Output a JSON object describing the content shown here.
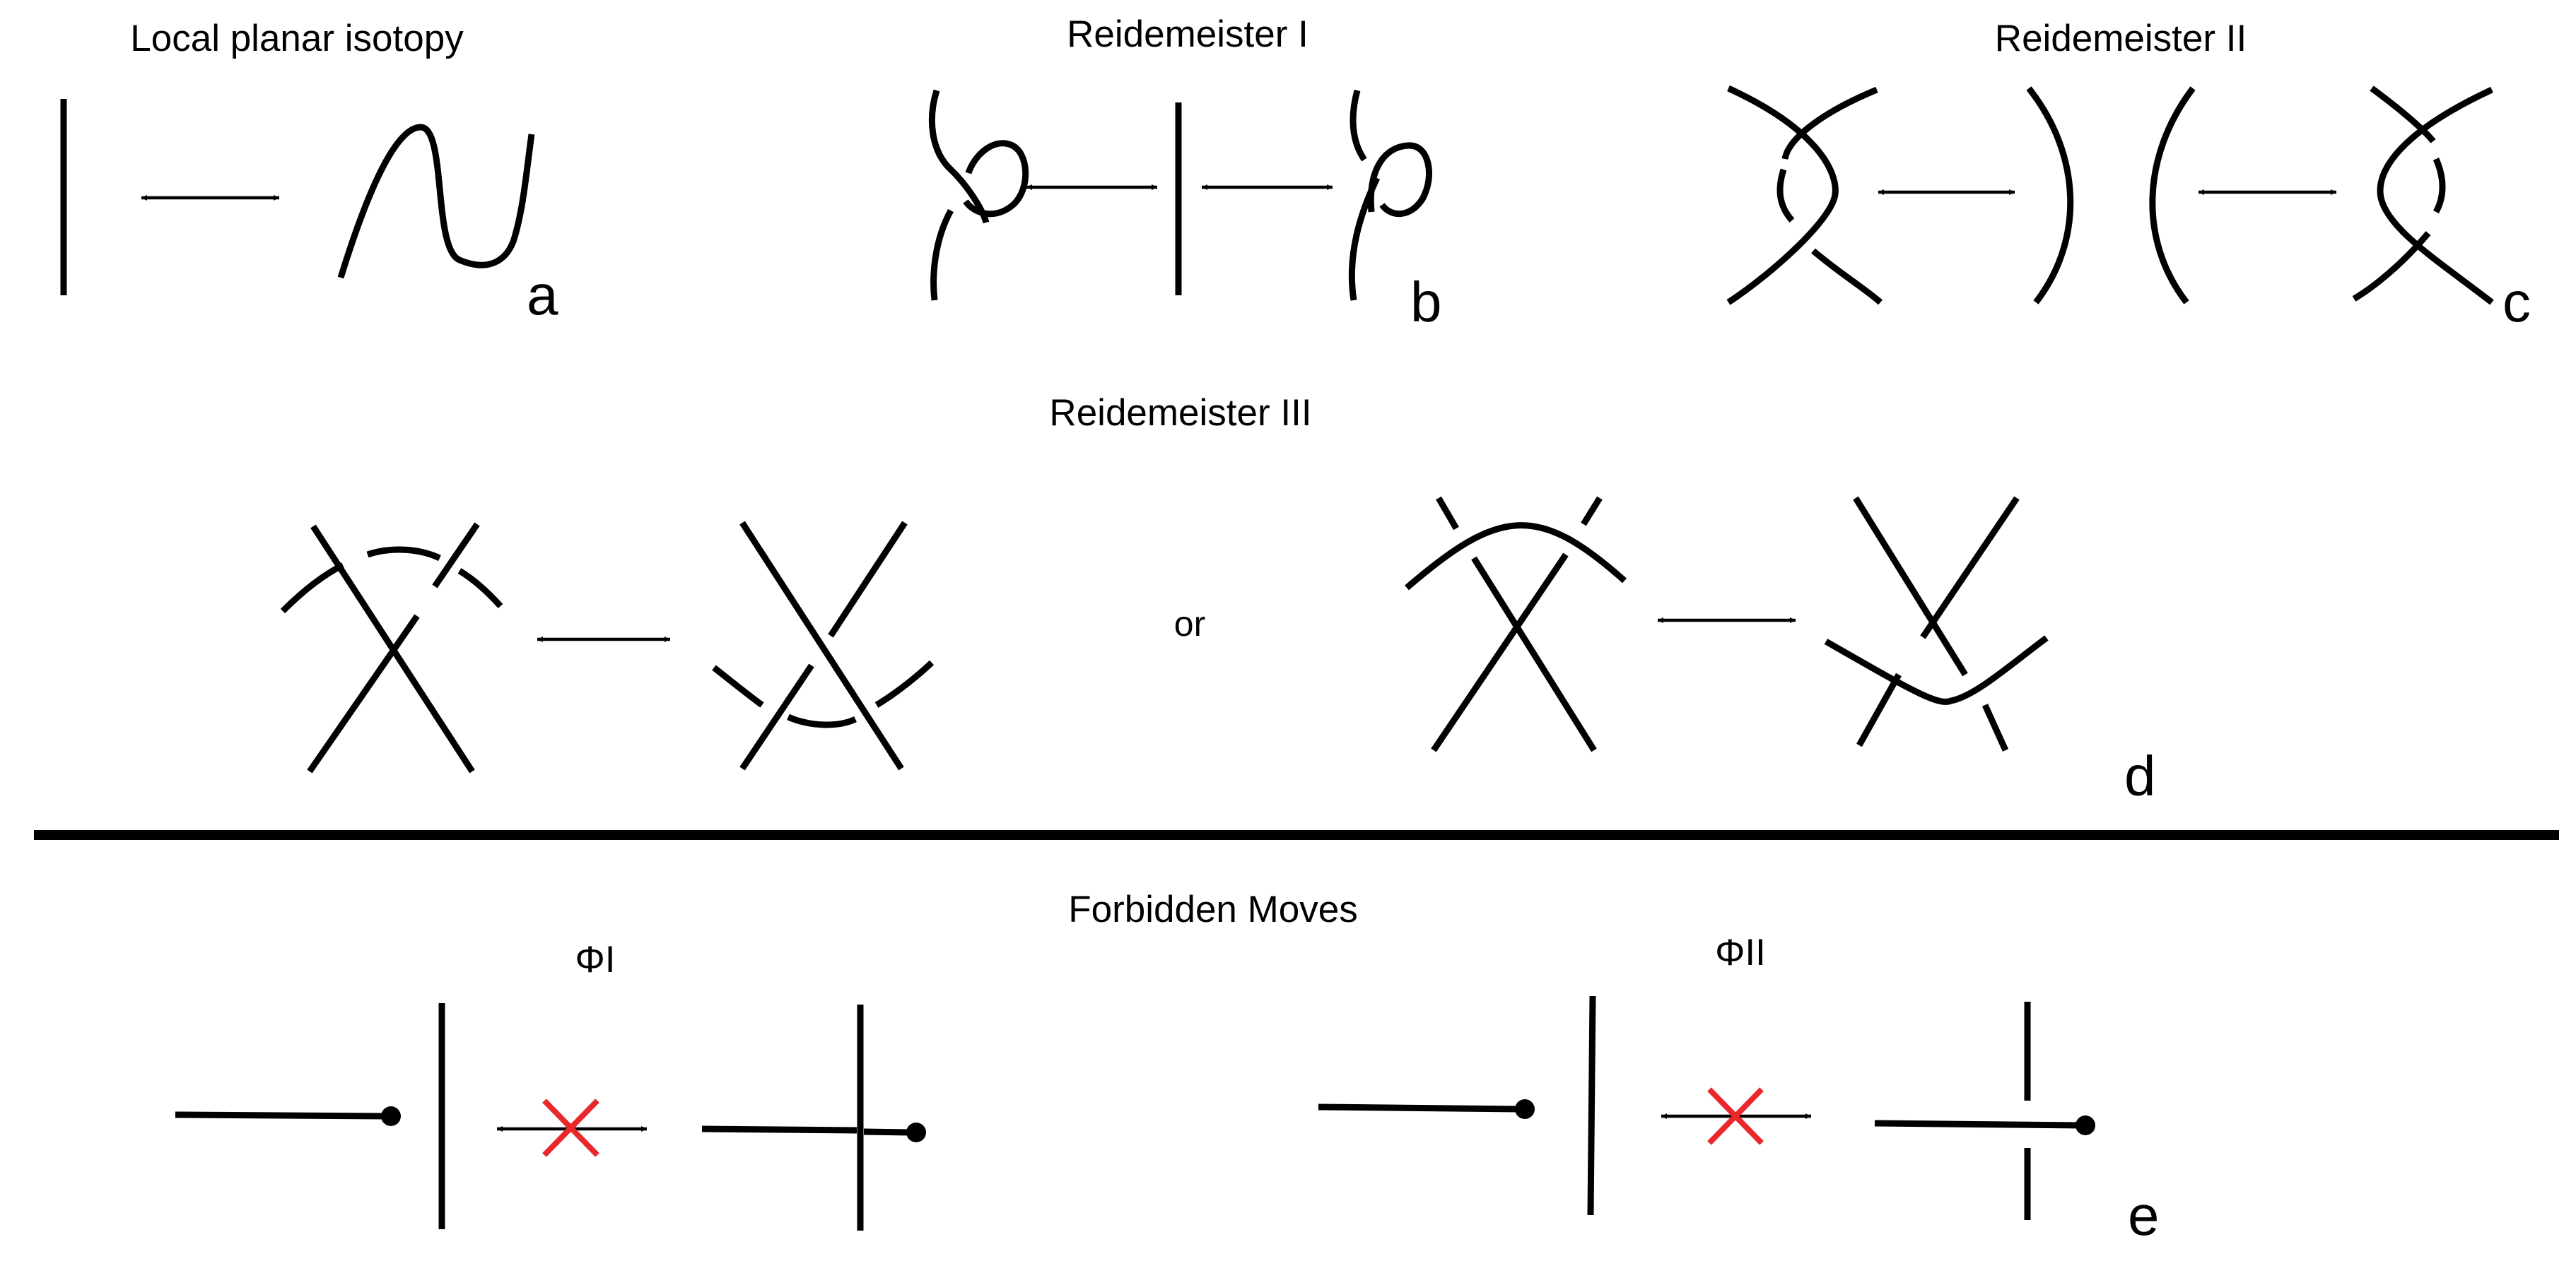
{
  "colors": {
    "ink": "#000000",
    "forbidden_cross": "#e8282b",
    "background": "#ffffff"
  },
  "headings": {
    "local_planar_isotopy": "Local planar isotopy",
    "reidemeister_1": "Reidemeister I",
    "reidemeister_2": "Reidemeister II",
    "reidemeister_3": "Reidemeister III",
    "forbidden_moves": "Forbidden Moves",
    "phi_1": "ΦI",
    "phi_2": "ΦII"
  },
  "labels": {
    "a": "a",
    "b": "b",
    "c": "c",
    "d": "d",
    "e": "e",
    "or": "or"
  },
  "icons": {
    "double_arrow": "double-headed-arrow-icon",
    "forbidden": "red-x-icon",
    "vertex": "dot-icon"
  }
}
